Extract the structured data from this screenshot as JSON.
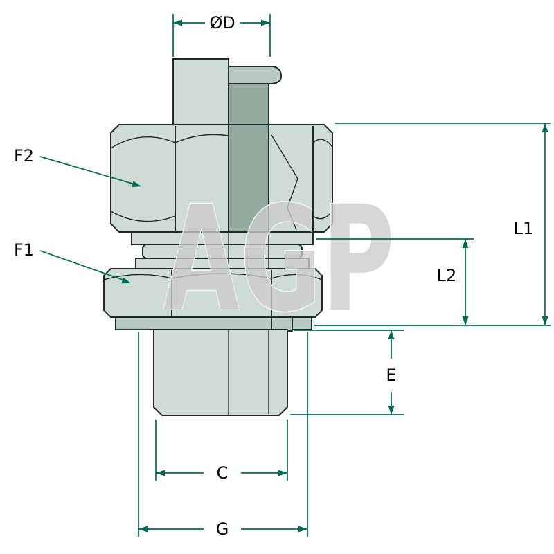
{
  "watermark": {
    "text": "AGP"
  },
  "labels": {
    "od": "ØD",
    "f2": "F2",
    "f1": "F1",
    "l1": "L1",
    "l2": "L2",
    "e": "E",
    "c": "C",
    "g": "G"
  },
  "colors": {
    "dimension": "#006b54",
    "outline": "#1d2b28",
    "body_light": "#cfdbd5",
    "body_mid": "#b9cac3",
    "body_dark": "#93ac9f",
    "watermark": "#cccccc",
    "background": "#ffffff"
  }
}
